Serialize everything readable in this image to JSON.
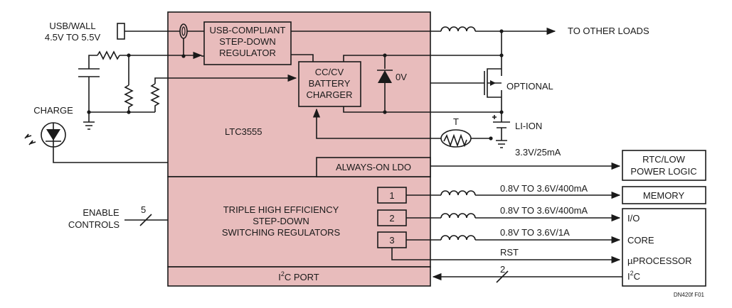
{
  "diagram": {
    "chip_name": "LTC3555",
    "usb_input": [
      "USB/WALL",
      "4.5V TO 5.5V"
    ],
    "usb_regulator": [
      "USB-COMPLIANT",
      "STEP-DOWN",
      "REGULATOR"
    ],
    "battery_charger": [
      "CC/CV",
      "BATTERY",
      "CHARGER"
    ],
    "diode_label": "0V",
    "to_other_loads": "TO OTHER LOADS",
    "optional": "OPTIONAL",
    "thermistor": "T",
    "battery": "LI-ION",
    "ldo_out": "3.3V/25mA",
    "always_on_ldo": "ALWAYS-ON LDO",
    "rtc_block": [
      "RTC/LOW",
      "POWER LOGIC"
    ],
    "charge_led": "CHARGE",
    "enable_controls": [
      "ENABLE",
      "CONTROLS"
    ],
    "enable_count": "5",
    "switching_regs": [
      "TRIPLE HIGH EFFICIENCY",
      "STEP-DOWN",
      "SWITCHING REGULATORS"
    ],
    "regulators": [
      {
        "num": "1",
        "output": "0.8V TO 3.6V/400mA",
        "dest": "MEMORY"
      },
      {
        "num": "2",
        "output": "0.8V TO 3.6V/400mA",
        "dest": "I/O"
      },
      {
        "num": "3",
        "output": "0.8V TO 3.6V/1A",
        "dest": "CORE"
      }
    ],
    "rst": "RST",
    "processor": "µPROCESSOR",
    "i2c_pin": "I",
    "i2c_pin_sup": "2",
    "i2c_pin_tail": "C",
    "i2c_port": "I",
    "i2c_port_sup": "2",
    "i2c_port_tail": "C PORT",
    "i2c_count": "2",
    "figure_id": "DN420f F01"
  }
}
